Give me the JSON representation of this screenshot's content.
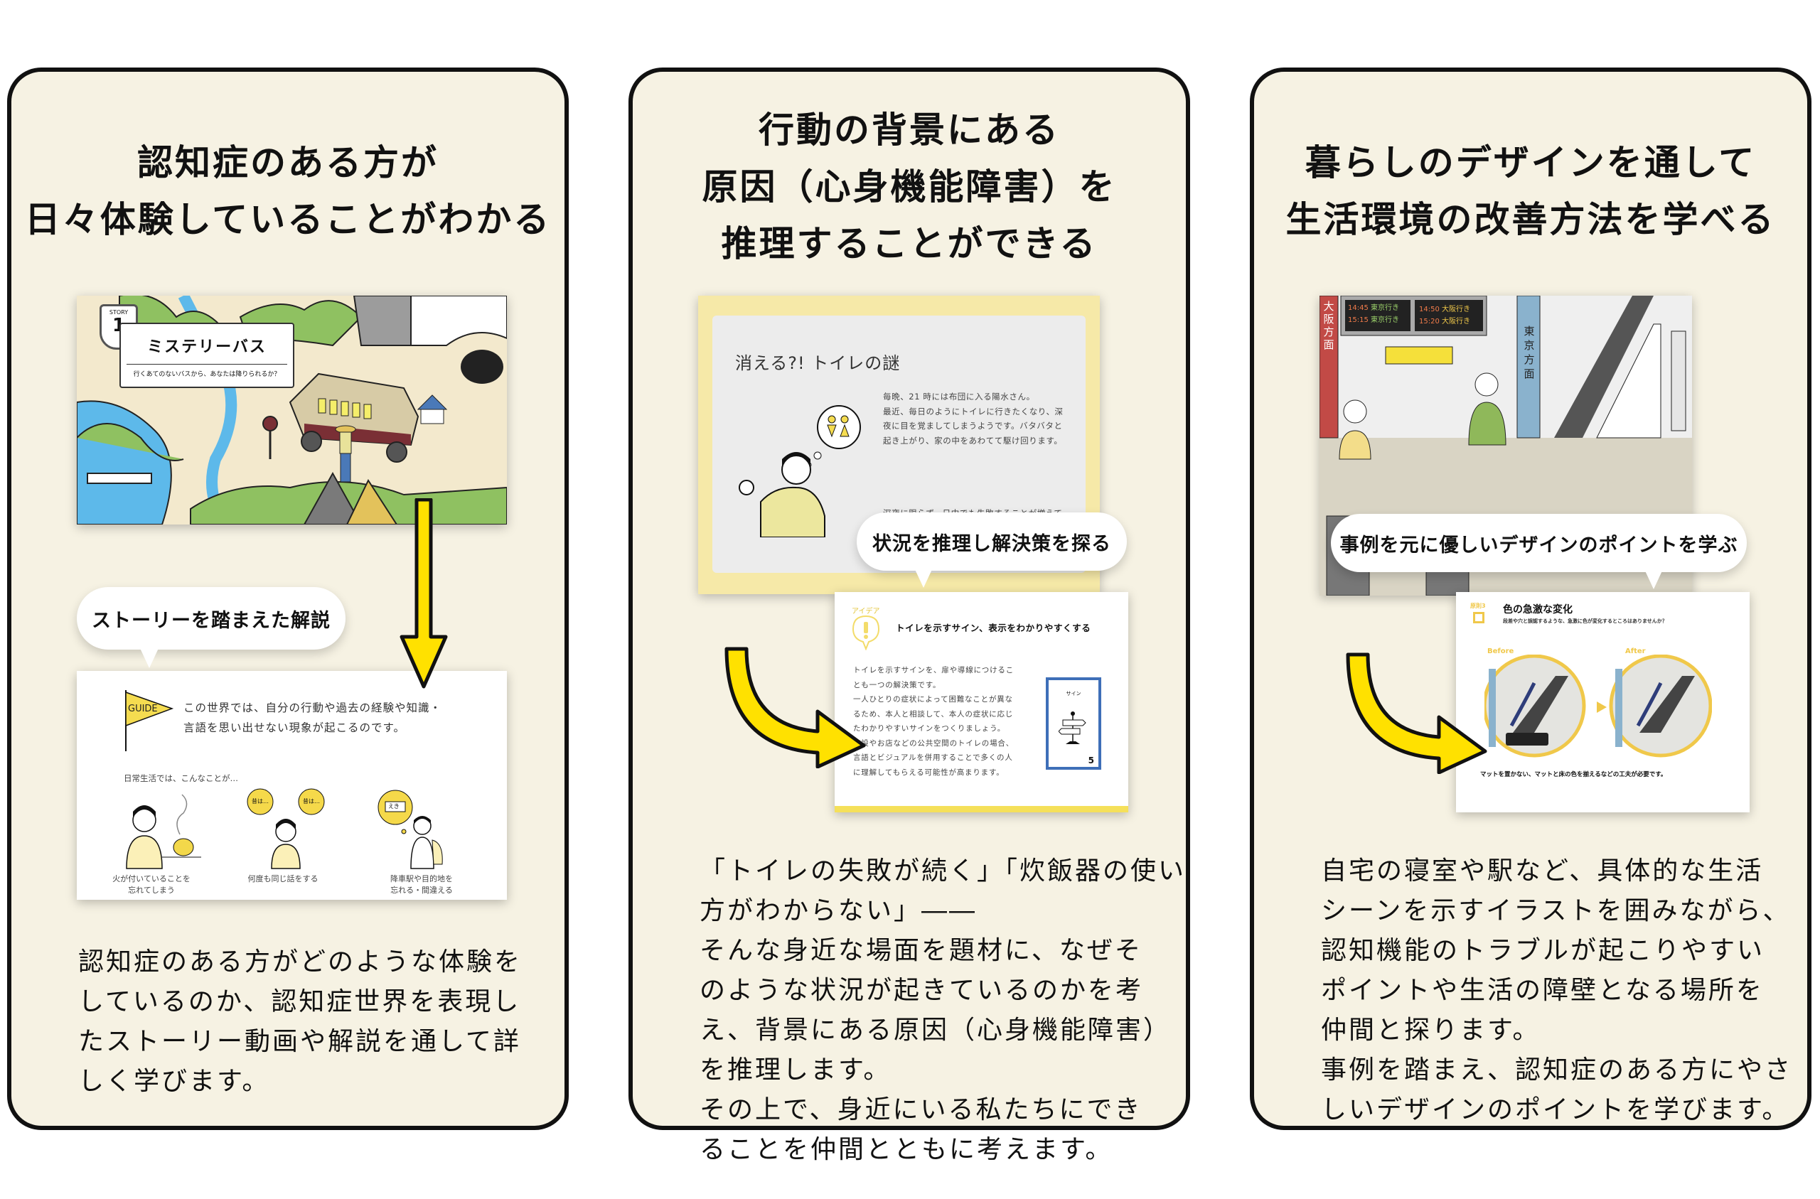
{
  "panels": [
    {
      "title_lines": [
        "認知症のある方が",
        "日々体験していることがわかる"
      ],
      "screenshot_top": {
        "story_badge_label": "STORY",
        "story_number": "1",
        "story_title": "ミステリーバス",
        "story_subtitle": "行くあてのないバスから、あなたは降りられるか？"
      },
      "bubble_label": "ストーリーを踏まえた解説",
      "screenshot_bottom": {
        "guide_flag": "GUIDE",
        "guide_lines": [
          "この世界では、自分の行動や過去の経験や知識・",
          "言語を思い出せない現象が起こるのです。"
        ],
        "intro": "日常生活では、こんなことが…",
        "bubble_word": "昔は…",
        "sign_word": "えき",
        "examples": [
          {
            "lines": [
              "火が付いていることを",
              "忘れてしまう"
            ]
          },
          {
            "lines": [
              "何度も同じ話をする"
            ]
          },
          {
            "lines": [
              "降車駅や目的地を",
              "忘れる・間違える"
            ]
          }
        ]
      },
      "body_lines": [
        "認知症のある方がどのような体験を",
        "しているのか、認知症世界を表現し",
        "たストーリー動画や解説を通して詳",
        "しく学びます。"
      ]
    },
    {
      "title_lines": [
        "行動の背景にある",
        "原因（心身機能障害）を",
        "推理することができる"
      ],
      "screenshot_top": {
        "heading": "消える?! トイレの謎",
        "lines": [
          "毎晩、21 時には布団に入る陽水さん。",
          "最近、毎日のようにトイレに行きたくなり、深",
          "夜に目を覚ましてしまうようです。バタバタと",
          "起き上がり、家の中をあわてて駆け回ります。",
          "深夜に限らず、日中でも失敗することが増えて"
        ]
      },
      "bubble_label": "状況を推理し解決策を探る",
      "screenshot_bottom": {
        "idea_label": "アイデア",
        "heading": "トイレを示すサイン、表示をわかりやすくする",
        "lines": [
          "トイレを示すサインを、扉や導線につけるこ",
          "とも一つの解決策です。",
          "一人ひとりの症状によって困難なことが異な",
          "るため、本人と相談して、本人の症状に応じ",
          "たわかりやすいサインをつくりましょう。",
          "施設やお店などの公共空間のトイレの場合、",
          "言語とビジュアルを併用することで多くの人",
          "に理解してもらえる可能性が高まります。"
        ],
        "card_title": "サイン",
        "card_number": "5"
      },
      "body_lines": [
        "「トイレの失敗が続く」「炊飯器の使い",
        "方がわからない」――",
        "そんな身近な場面を題材に、なぜそ",
        "のような状況が起きているのかを考",
        "え、背景にある原因（心身機能障害）",
        "を推理します。",
        "その上で、身近にいる私たちにでき",
        "ることを仲間とともに考えます。"
      ]
    },
    {
      "title_lines": [
        "暮らしのデザインを通して",
        "生活環境の改善方法を学べる"
      ],
      "screenshot_top": {
        "left_sign": "大阪方面",
        "right_sign": "東京方面",
        "departures_left": [
          {
            "time": "14:45",
            "dest": "東京行き"
          },
          {
            "time": "15:15",
            "dest": "東京行き"
          }
        ],
        "departures_right": [
          {
            "time": "14:50",
            "dest": "大阪行き"
          },
          {
            "time": "15:20",
            "dest": "大阪行き"
          }
        ]
      },
      "bubble_label": "事例を元に優しいデザインのポイントを学ぶ",
      "screenshot_bottom": {
        "principle_label": "原則3",
        "heading": "色の急激な変化",
        "subheading": "段差や穴と誤認するような、急激に色が変化するところはありませんか？",
        "before_label": "Before",
        "after_label": "After",
        "caption": "マットを置かない、マットと床の色を揃えるなどの工夫が必要です。"
      },
      "body_lines": [
        "自宅の寝室や駅など、具体的な生活",
        "シーンを示すイラストを囲みながら、",
        "認知機能のトラブルが起こりやすい",
        "ポイントや生活の障壁となる場所を",
        "仲間と探ります。",
        "事例を踏まえ、認知症のある方にやさ",
        "しいデザインのポイントを学びます。"
      ]
    }
  ],
  "colors": {
    "panel_bg": "#f6f2e3",
    "accent_yellow": "#ffe100",
    "soft_yellow": "#f3dc6a",
    "frame_blue": "#3e6fb8",
    "osaka_red": "#c24a46",
    "tokyo_blue": "#8ab2cd"
  }
}
